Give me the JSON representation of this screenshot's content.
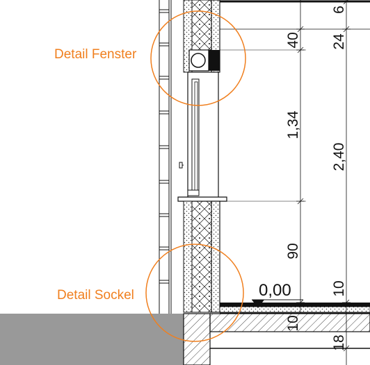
{
  "callouts": {
    "window": {
      "label": "Detail Fenster"
    },
    "base": {
      "label": "Detail Sockel"
    }
  },
  "dimensions": {
    "inner_chain": [
      "40",
      "1,34",
      "90",
      "10"
    ],
    "outer_chain": [
      "6",
      "24",
      "2,40",
      "10",
      "18"
    ]
  },
  "elevation": {
    "label": "0,00"
  },
  "colors": {
    "callout": "#f07f1e",
    "ground": "#999999",
    "line": "#111111",
    "insulation": "#ffffff"
  }
}
